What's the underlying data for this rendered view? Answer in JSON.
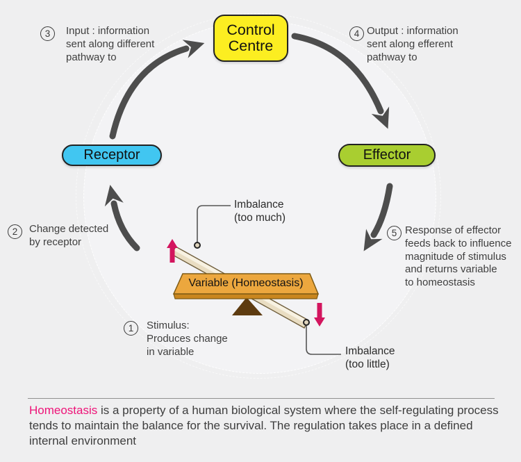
{
  "diagram": {
    "title_hint": "Homeostasis feedback loop",
    "nodes": {
      "control_centre": {
        "label_lines": [
          "Control",
          "Centre"
        ],
        "color": "#fcee21"
      },
      "receptor": {
        "label": "Receptor",
        "color": "#41c6f1"
      },
      "effector": {
        "label": "Effector",
        "color": "#a9ce30"
      }
    },
    "notes": [
      {
        "number": "1",
        "lines": [
          "Stimulus:",
          "Produces change",
          "in variable"
        ]
      },
      {
        "number": "2",
        "lines": [
          "Change detected",
          "by receptor"
        ]
      },
      {
        "number": "3",
        "lines": [
          "Input : information",
          "sent along different",
          "pathway to"
        ]
      },
      {
        "number": "4",
        "lines": [
          "Output : information",
          "sent along efferent",
          "pathway to"
        ]
      },
      {
        "number": "5",
        "lines": [
          "Response of effector",
          "feeds back to influence",
          "magnitude of stimulus",
          "and returns variable",
          "to homeostasis"
        ]
      }
    ],
    "seesaw": {
      "banner_label": "Variable (Homeostasis)",
      "imbalance_high_lines": [
        "Imbalance",
        "(too much)"
      ],
      "imbalance_low_lines": [
        "Imbalance",
        "(too little)"
      ],
      "arrow_color": "#d3155e",
      "banner_color": "#eca73e",
      "plank_color": "#f1e8d4",
      "fulcrum_color": "#5d3b10"
    },
    "arrow_gray": "#4d4d4d"
  },
  "caption": {
    "highlight": "Homeostasis",
    "rest": "is a property of a human biological system where the self-regulating process tends to maintain the balance for the survival. The regulation takes place in a defined internal environment",
    "highlight_color": "#ee1378"
  }
}
